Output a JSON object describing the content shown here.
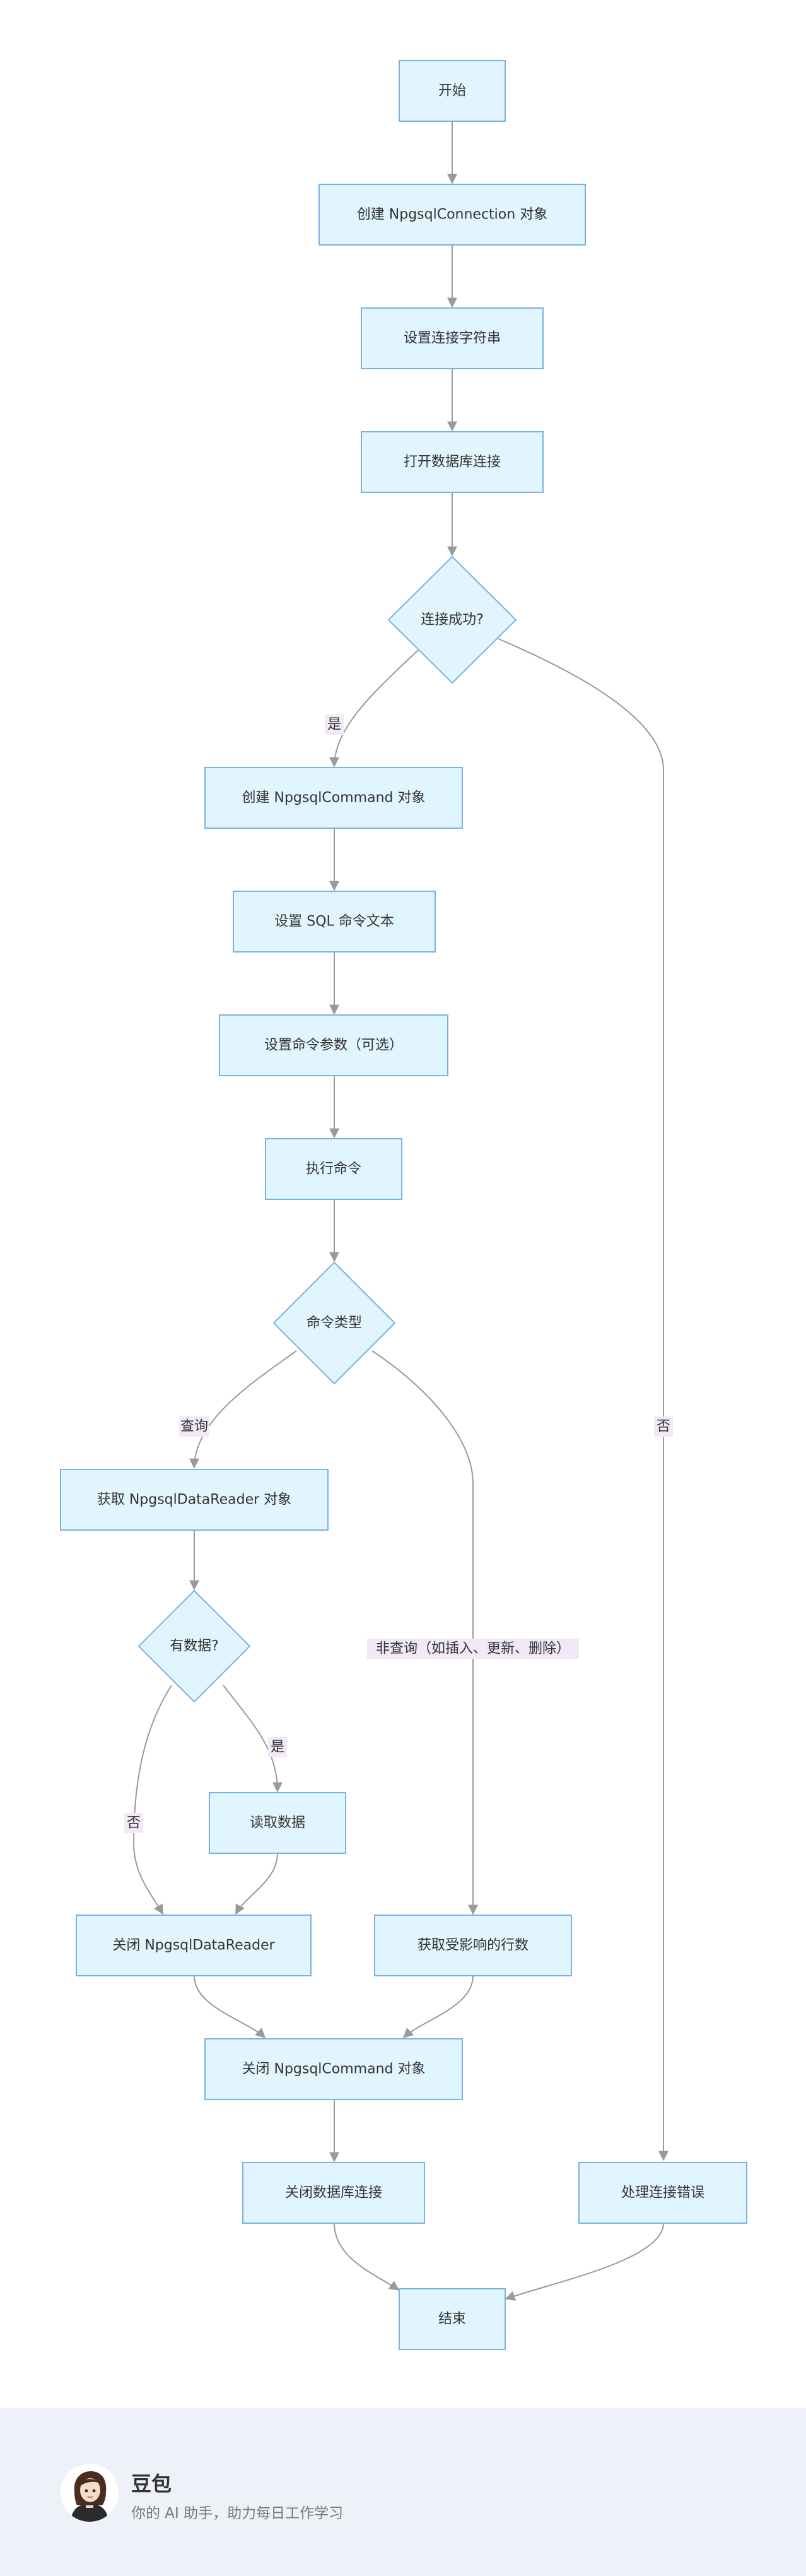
{
  "colors": {
    "node_fill": "#e1f5fe",
    "node_stroke": "#7ab2e6",
    "edge": "#9a9a9a",
    "edge_label_bg": "#f1e9f7",
    "footer_bg": "#eef1f8"
  },
  "nodes": {
    "start": "开始",
    "create_conn": "创建 NpgsqlConnection 对象",
    "set_conn_str": "设置连接字符串",
    "open_db": "打开数据库连接",
    "conn_ok": "连接成功?",
    "create_cmd": "创建 NpgsqlCommand 对象",
    "set_sql": "设置 SQL 命令文本",
    "set_params": "设置命令参数（可选）",
    "exec_cmd": "执行命令",
    "cmd_type": "命令类型",
    "get_reader": "获取 NpgsqlDataReader 对象",
    "has_data": "有数据?",
    "read_data": "读取数据",
    "close_reader": "关闭 NpgsqlDataReader",
    "get_affected": "获取受影响的行数",
    "close_cmd": "关闭 NpgsqlCommand 对象",
    "close_db": "关闭数据库连接",
    "handle_err": "处理连接错误",
    "end": "结束"
  },
  "edge_labels": {
    "yes_conn": "是",
    "no_conn": "否",
    "query": "查询",
    "non_query": "非查询（如插入、更新、删除）",
    "yes_data": "是",
    "no_data": "否"
  },
  "footer": {
    "brand": "豆包",
    "tagline": "你的 AI 助手，助力每日工作学习",
    "avatar_icon": "avatar-girl-icon"
  }
}
